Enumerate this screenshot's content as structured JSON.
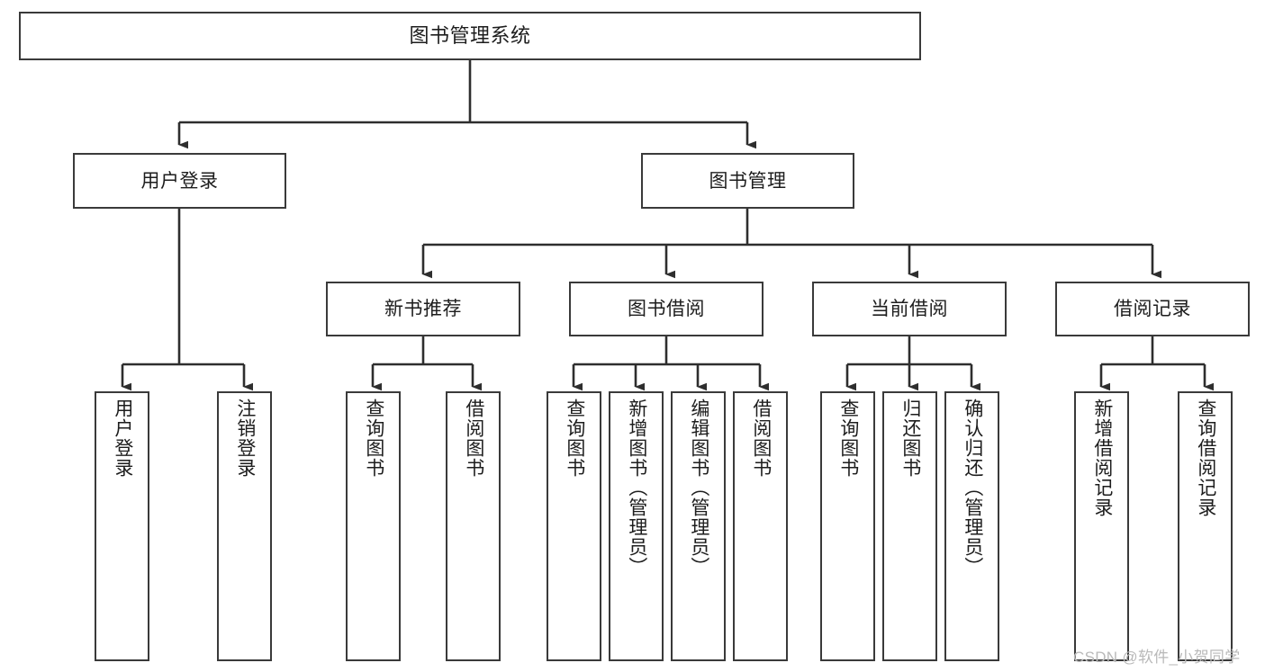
{
  "diagram": {
    "type": "tree-hierarchy",
    "title": "图书管理系统",
    "orientation": "top-down",
    "watermark": "CSDN @软件_小贺同学",
    "colors": {
      "box_border": "#3a3a3a",
      "box_fill": "#ffffff",
      "edge": "#2e2e2e",
      "text": "#1d1d1d",
      "watermark": "#b9b9b9",
      "background": "#ffffff"
    },
    "nodes": {
      "root": {
        "label": "图书管理系统",
        "level": 1
      },
      "l2": [
        {
          "id": "user-login",
          "label": "用户登录",
          "level": 2
        },
        {
          "id": "book-manage",
          "label": "图书管理",
          "level": 2
        }
      ],
      "l3": [
        {
          "id": "new-book-recommend",
          "label": "新书推荐",
          "level": 3
        },
        {
          "id": "book-borrow",
          "label": "图书借阅",
          "level": 3
        },
        {
          "id": "current-borrow",
          "label": "当前借阅",
          "level": 3
        },
        {
          "id": "borrow-record",
          "label": "借阅记录",
          "level": 3
        }
      ],
      "leaves": [
        {
          "id": "leaf-user-login",
          "label": "用户登录",
          "parent": "user-login"
        },
        {
          "id": "leaf-logout-login",
          "label": "注销登录",
          "parent": "user-login"
        },
        {
          "id": "leaf-query-book-1",
          "label": "查询图书",
          "parent": "new-book-recommend"
        },
        {
          "id": "leaf-borrow-book-1",
          "label": "借阅图书",
          "parent": "new-book-recommend"
        },
        {
          "id": "leaf-query-book-2",
          "label": "查询图书",
          "parent": "book-borrow"
        },
        {
          "id": "leaf-add-book",
          "label": "新增图书（管理员）",
          "parent": "book-borrow"
        },
        {
          "id": "leaf-edit-book",
          "label": "编辑图书（管理员）",
          "parent": "book-borrow"
        },
        {
          "id": "leaf-borrow-book-2",
          "label": "借阅图书",
          "parent": "book-borrow"
        },
        {
          "id": "leaf-query-book-3",
          "label": "查询图书",
          "parent": "current-borrow"
        },
        {
          "id": "leaf-return-book",
          "label": "归还图书",
          "parent": "current-borrow"
        },
        {
          "id": "leaf-confirm-return",
          "label": "确认归还（管理员）",
          "parent": "current-borrow"
        },
        {
          "id": "leaf-add-record",
          "label": "新增借阅记录",
          "parent": "borrow-record"
        },
        {
          "id": "leaf-query-record",
          "label": "查询借阅记录",
          "parent": "borrow-record"
        }
      ]
    }
  }
}
